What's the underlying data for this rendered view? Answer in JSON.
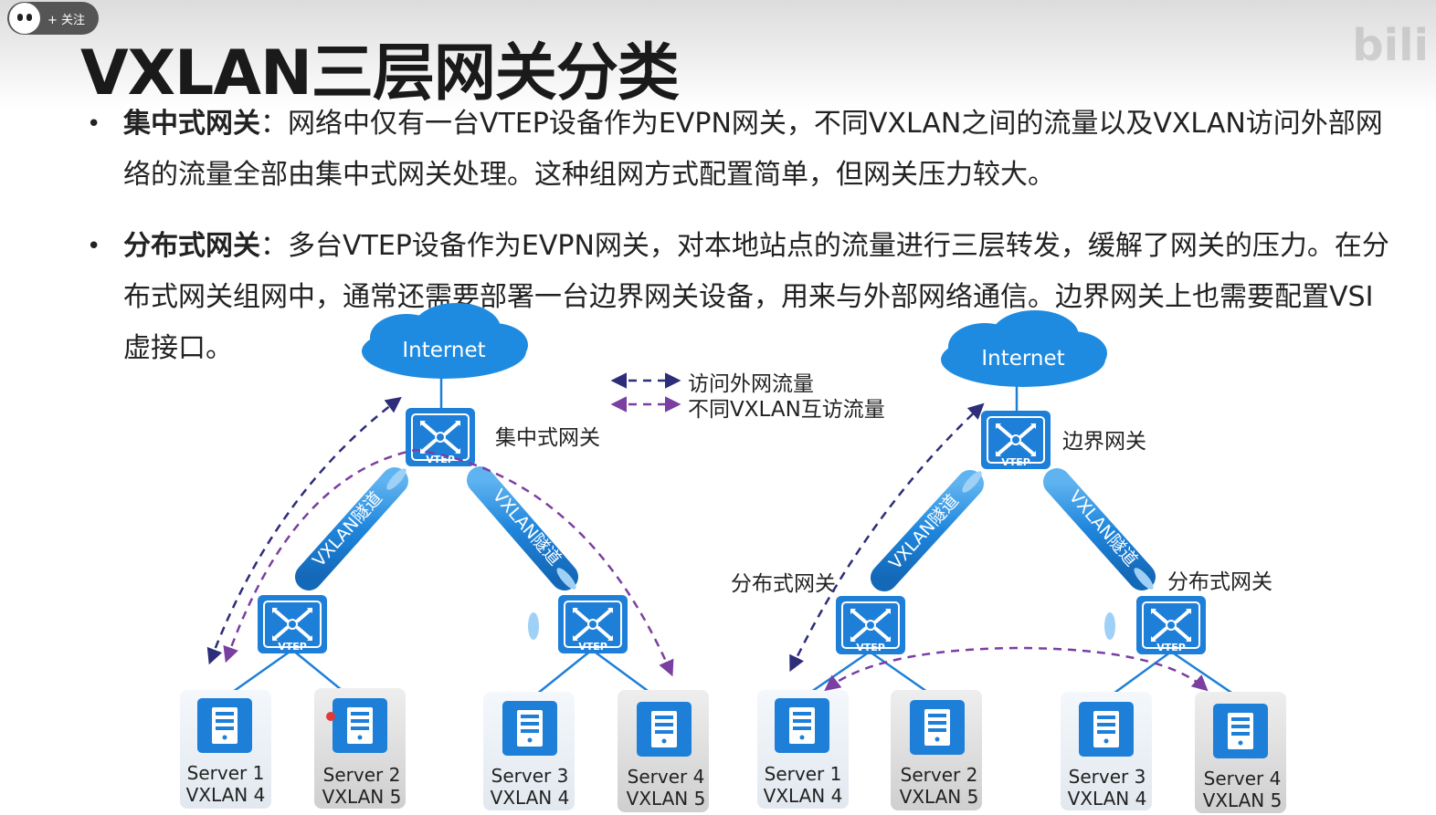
{
  "overlay": {
    "follow_label": "+ 关注",
    "watermark": "bili"
  },
  "title": "VXLAN三层网关分类",
  "bullets": [
    {
      "term": "集中式网关",
      "sep": "：",
      "text": "网络中仅有一台VTEP设备作为EVPN网关，不同VXLAN之间的流量以及VXLAN访问外部网络的流量全部由集中式网关处理。这种组网方式配置简单，但网关压力较大。"
    },
    {
      "term": "分布式网关",
      "sep": "：",
      "text": "多台VTEP设备作为EVPN网关，对本地站点的流量进行三层转发，缓解了网关的压力。在分布式网关组网中，通常还需要部署一台边界网关设备，用来与外部网络通信。边界网关上也需要配置VSI虚接口。"
    }
  ],
  "legend": {
    "external_traffic": "访问外网流量",
    "inter_vxlan_traffic": "不同VXLAN互访流量"
  },
  "colors": {
    "device_blue": "#1e7fd8",
    "cloud_blue": "#1f8be0",
    "tunnel_blue": "#2a8fe3",
    "external_arrow": "#2d2d7a",
    "inter_vxlan_arrow": "#7a3fa0"
  },
  "diagrams": {
    "centralized": {
      "internet": "Internet",
      "vtep_label": "VTEP",
      "gateway_label": "集中式网关",
      "tunnel_label": "VXLAN隧道",
      "servers": [
        {
          "name": "Server 1",
          "vxlan": "VXLAN 4"
        },
        {
          "name": "Server 2",
          "vxlan": "VXLAN 5"
        },
        {
          "name": "Server 3",
          "vxlan": "VXLAN 4"
        },
        {
          "name": "Server 4",
          "vxlan": "VXLAN 5"
        }
      ]
    },
    "distributed": {
      "internet": "Internet",
      "vtep_label": "VTEP",
      "border_label": "边界网关",
      "dist_gateway_label": "分布式网关",
      "tunnel_label": "VXLAN隧道",
      "servers": [
        {
          "name": "Server 1",
          "vxlan": "VXLAN 4"
        },
        {
          "name": "Server 2",
          "vxlan": "VXLAN 5"
        },
        {
          "name": "Server 3",
          "vxlan": "VXLAN 4"
        },
        {
          "name": "Server 4",
          "vxlan": "VXLAN 5"
        }
      ]
    }
  }
}
